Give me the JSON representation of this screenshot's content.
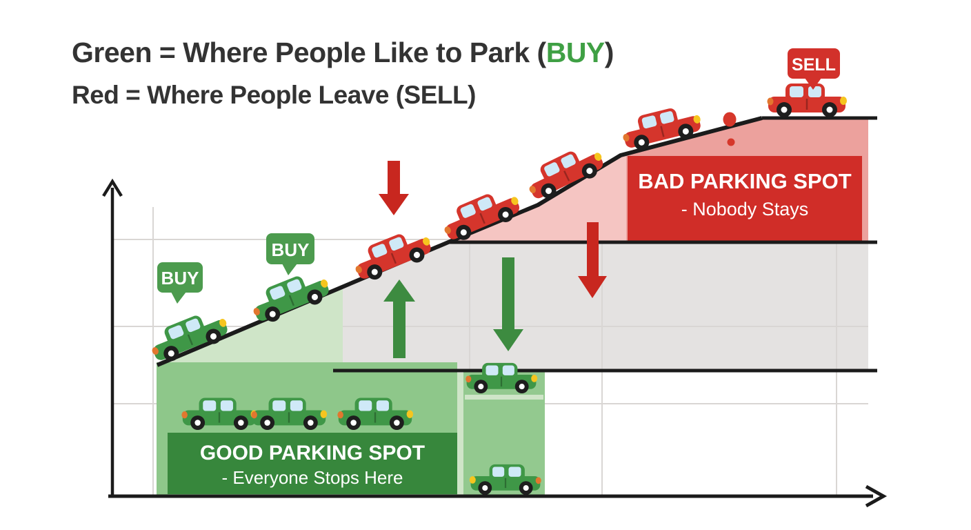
{
  "title": {
    "line1_prefix": "Green = Where People Like to Park (",
    "line1_highlight": "BUY",
    "line1_suffix": ")",
    "line2": "Red = Where People Leave (SELL)"
  },
  "badges": {
    "buy_1": "BUY",
    "buy_2": "BUY",
    "sell": "SELL"
  },
  "zones": {
    "good_parking": {
      "title": "GOOD PARKING SPOT",
      "subtitle": "- Everyone Stops Here"
    },
    "bad_parking": {
      "title": "BAD PARKING SPOT",
      "subtitle": "- Nobody Stays"
    }
  },
  "colors": {
    "buy_green": "#3fa044",
    "badge_green": "#4c9b4e",
    "sell_red": "#d2312b",
    "good_zone_green": "#37873c",
    "bad_zone_red": "#d02d28",
    "support_green_light": "#cfe5c8",
    "support_green": "#8ec78a",
    "resistance_pink_light": "#f5c5c2",
    "resistance_pink": "#eca19d",
    "neutral_gray": "#e4e2e1",
    "line_black": "#1b1b1b",
    "title_text": "#333333",
    "green_car": "#3f9747",
    "red_car": "#d5352c"
  }
}
